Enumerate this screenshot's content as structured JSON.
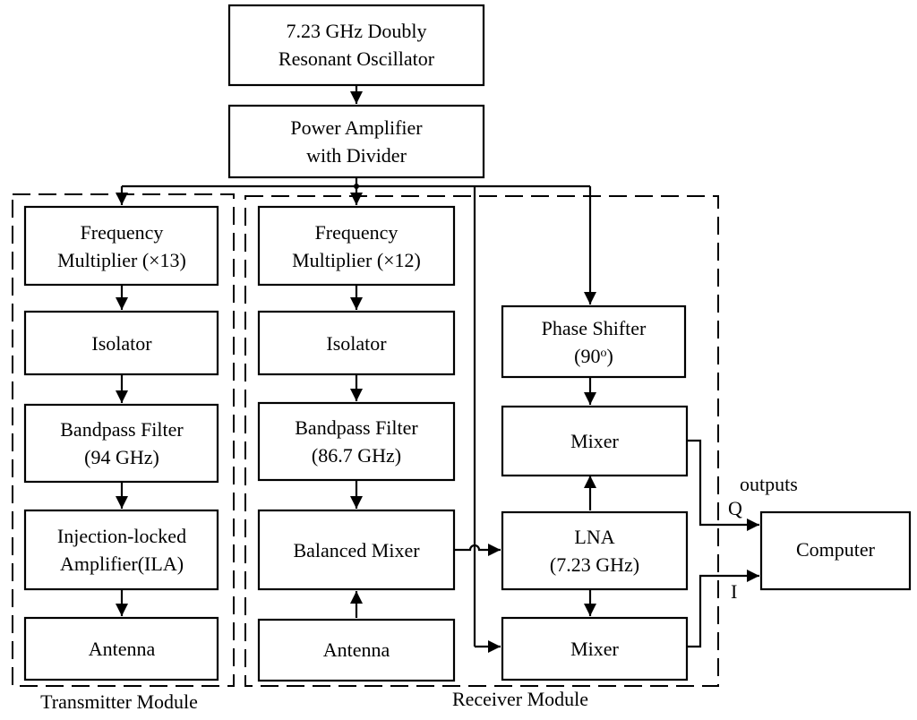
{
  "blocks": {
    "oscillator": {
      "line1": "7.23 GHz Doubly",
      "line2": "Resonant Oscillator"
    },
    "power_amp": {
      "line1": "Power Amplifier",
      "line2": "with Divider"
    },
    "tx_freq_mult": {
      "line1": "Frequency",
      "line2": "Multiplier (×13)"
    },
    "tx_isolator": {
      "line1": "Isolator"
    },
    "tx_bpf": {
      "line1": "Bandpass Filter",
      "line2": "(94 GHz)"
    },
    "tx_ila": {
      "line1": "Injection-locked",
      "line2": "Amplifier(ILA)"
    },
    "tx_antenna": {
      "line1": "Antenna"
    },
    "rx_freq_mult": {
      "line1": "Frequency",
      "line2": "Multiplier (×12)"
    },
    "rx_isolator": {
      "line1": "Isolator"
    },
    "rx_bpf": {
      "line1": "Bandpass Filter",
      "line2": "(86.7 GHz)"
    },
    "balanced_mixer": {
      "line1": "Balanced Mixer"
    },
    "rx_antenna": {
      "line1": "Antenna"
    },
    "phase_shifter": {
      "line1": "Phase Shifter",
      "line2_base": "(90",
      "line2_sup": "o",
      "line2_end": ")"
    },
    "mixer_top": {
      "line1": "Mixer"
    },
    "lna": {
      "line1": "LNA",
      "line2": "(7.23 GHz)"
    },
    "mixer_bottom": {
      "line1": "Mixer"
    },
    "computer": {
      "line1": "Computer"
    }
  },
  "labels": {
    "outputs": "outputs",
    "q": "Q",
    "i": "I",
    "transmitter_module": "Transmitter Module",
    "receiver_module": "Receiver Module"
  }
}
